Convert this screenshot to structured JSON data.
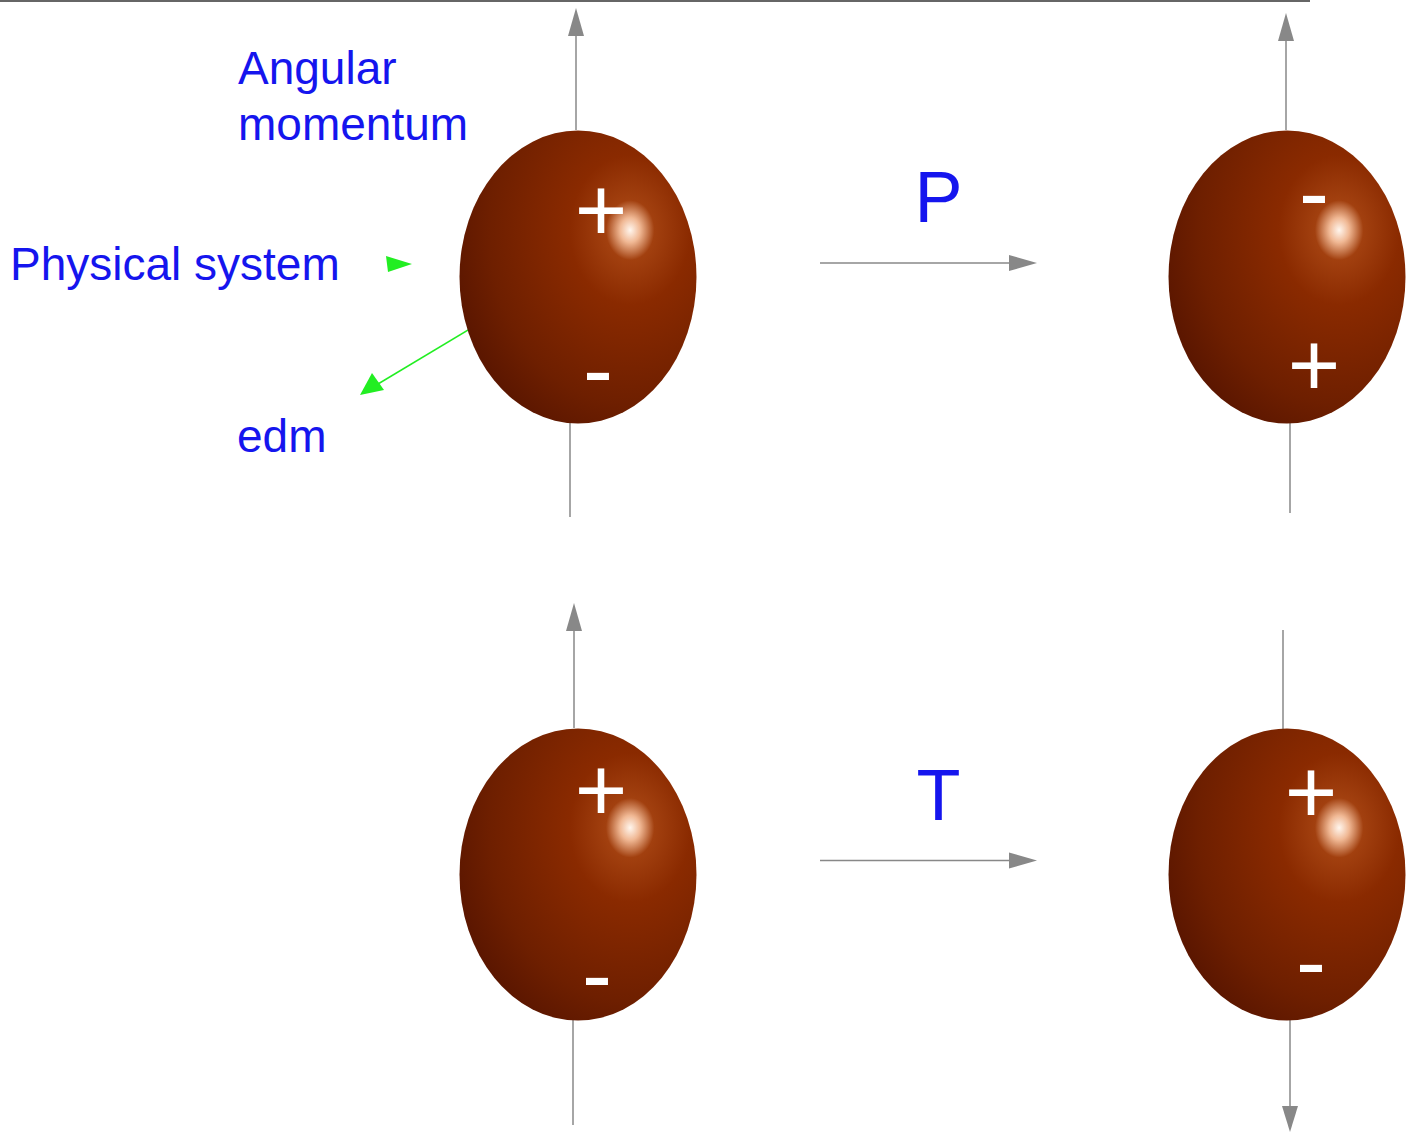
{
  "diagram": {
    "nodes": [
      {
        "text": [
          "+",
          "-"
        ]
      },
      {
        "text": [
          "-",
          "+"
        ]
      },
      {
        "text": [
          "+",
          "-"
        ]
      },
      {
        "text": [
          "+",
          "-"
        ]
      }
    ],
    "edges": [
      {
        "from": 0,
        "to": 1,
        "arrow": "to",
        "label": "P"
      },
      {
        "from": 2,
        "to": 3,
        "arrow": "to",
        "label": "T"
      }
    ],
    "labels": [
      "Angular momentum",
      "Physical system",
      "edm"
    ]
  }
}
